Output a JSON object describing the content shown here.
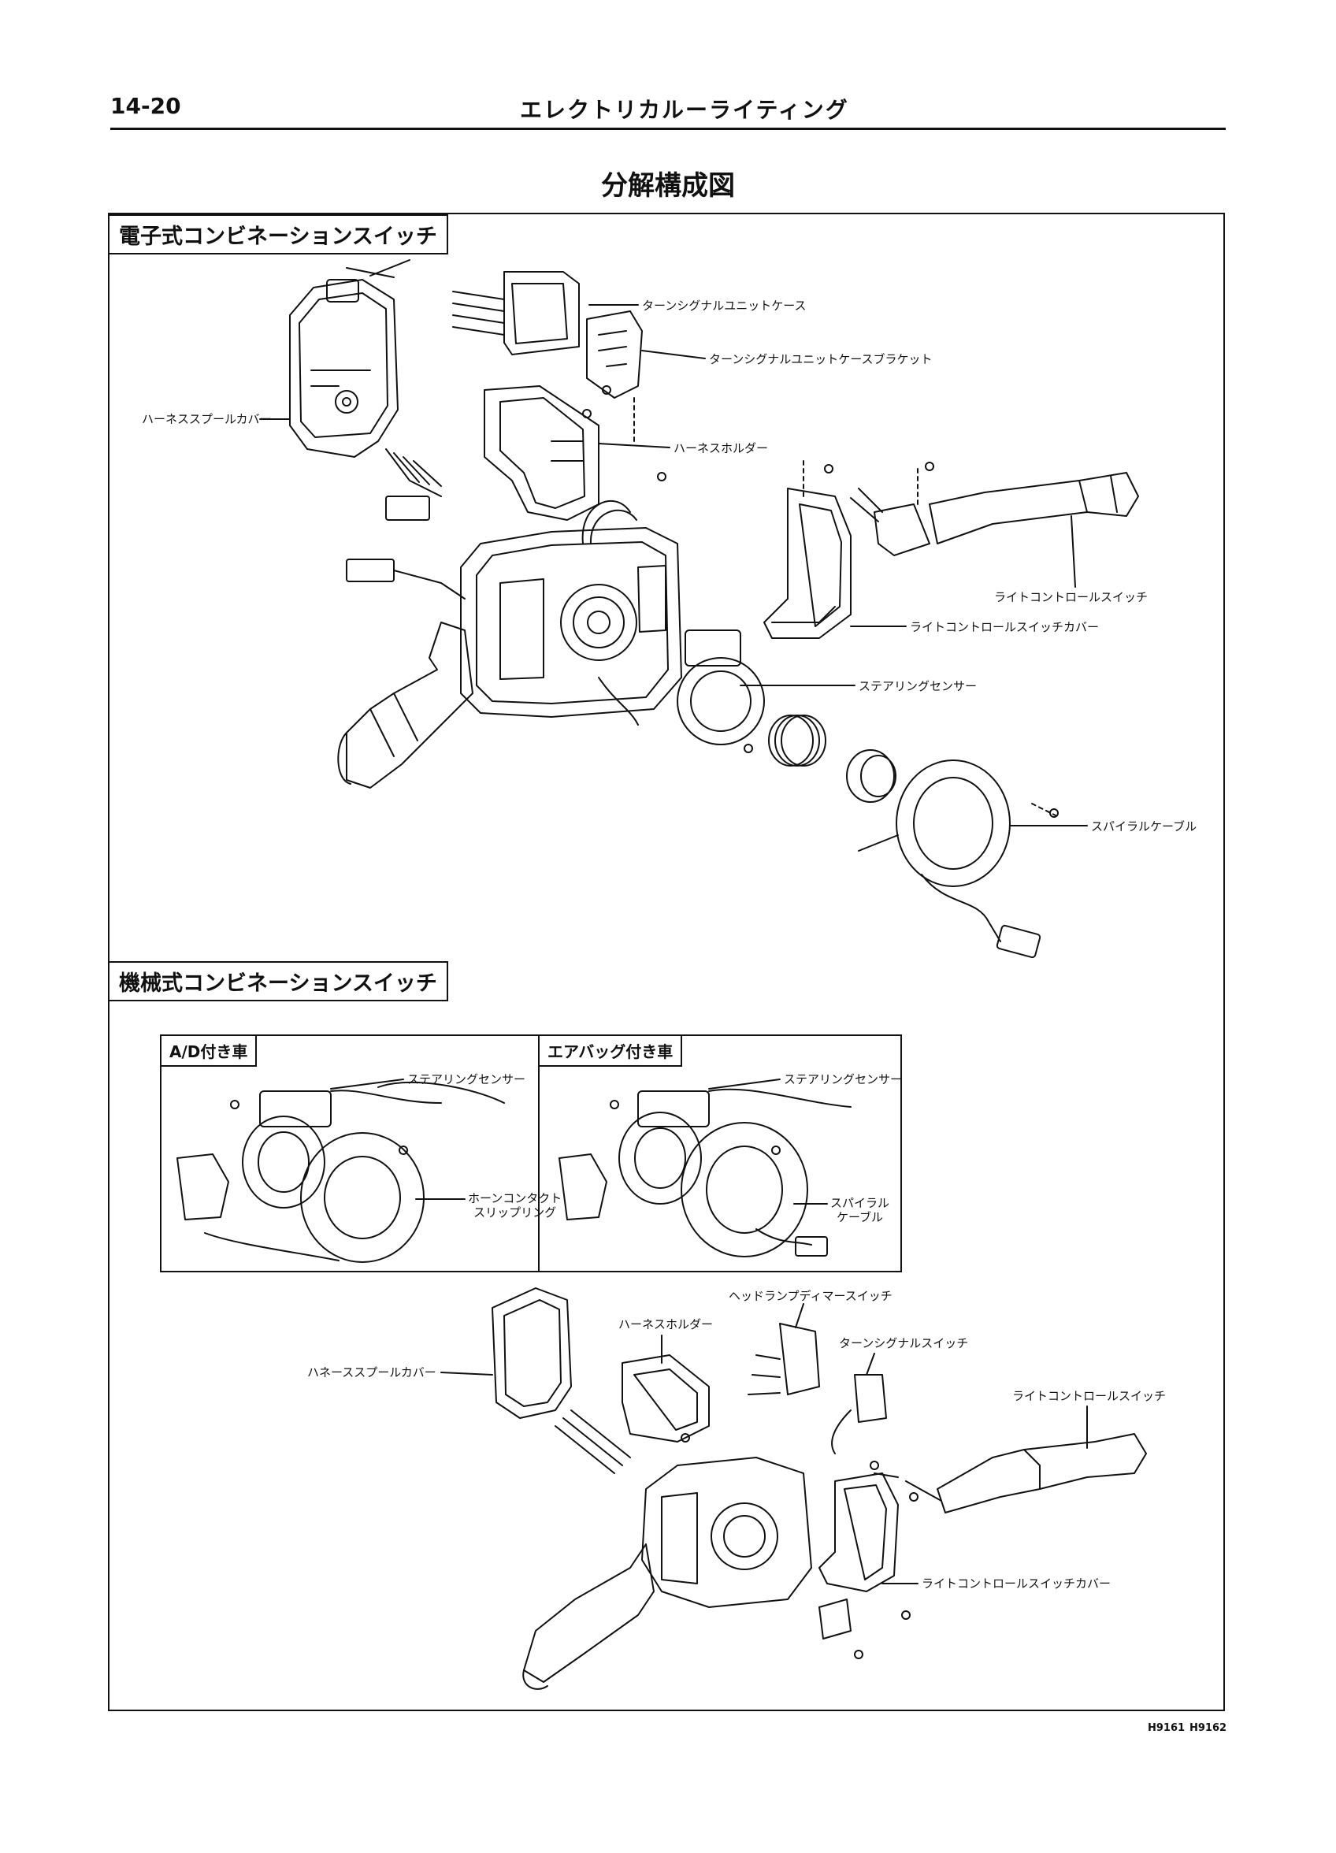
{
  "header": {
    "page_number": "14-20",
    "section_title": "エレクトリカルーライティング"
  },
  "diagram_title": "分解構成図",
  "electronic": {
    "heading": "電子式コンビネーションスイッチ",
    "labels": {
      "turn_signal_unit_case": "ターンシグナルユニットケース",
      "turn_signal_unit_case_bracket": "ターンシグナルユニットケースブラケット",
      "harness_spool_cover": "ハーネススプールカバー",
      "harness_holder": "ハーネスホルダー",
      "light_control_switch": "ライトコントロールスイッチ",
      "light_control_switch_cover": "ライトコントロールスイッチカバー",
      "steering_sensor": "ステアリングセンサー",
      "spiral_cable": "スパイラルケーブル"
    }
  },
  "mechanical": {
    "heading": "機械式コンビネーションスイッチ",
    "ad_inset": {
      "heading": "A/D付き車",
      "steering_sensor": "ステアリングセンサー",
      "horn_contact_line1": "ホーンコンタクト",
      "horn_contact_line2": "スリップリング"
    },
    "airbag_inset": {
      "heading": "エアバッグ付き車",
      "steering_sensor": "ステアリングセンサー",
      "spiral_line1": "スパイラル",
      "spiral_line2": "ケーブル"
    },
    "labels": {
      "harness_holder": "ハーネスホルダー",
      "headlamp_dimmer_switch": "ヘッドランプディマースイッチ",
      "turn_signal_switch": "ターンシグナルスイッチ",
      "harness_spool_cover": "ハネーススプールカバー",
      "light_control_switch": "ライトコントロールスイッチ",
      "light_control_switch_cover": "ライトコントロールスイッチカバー"
    }
  },
  "figure_codes": [
    "H9161",
    "H9162"
  ]
}
